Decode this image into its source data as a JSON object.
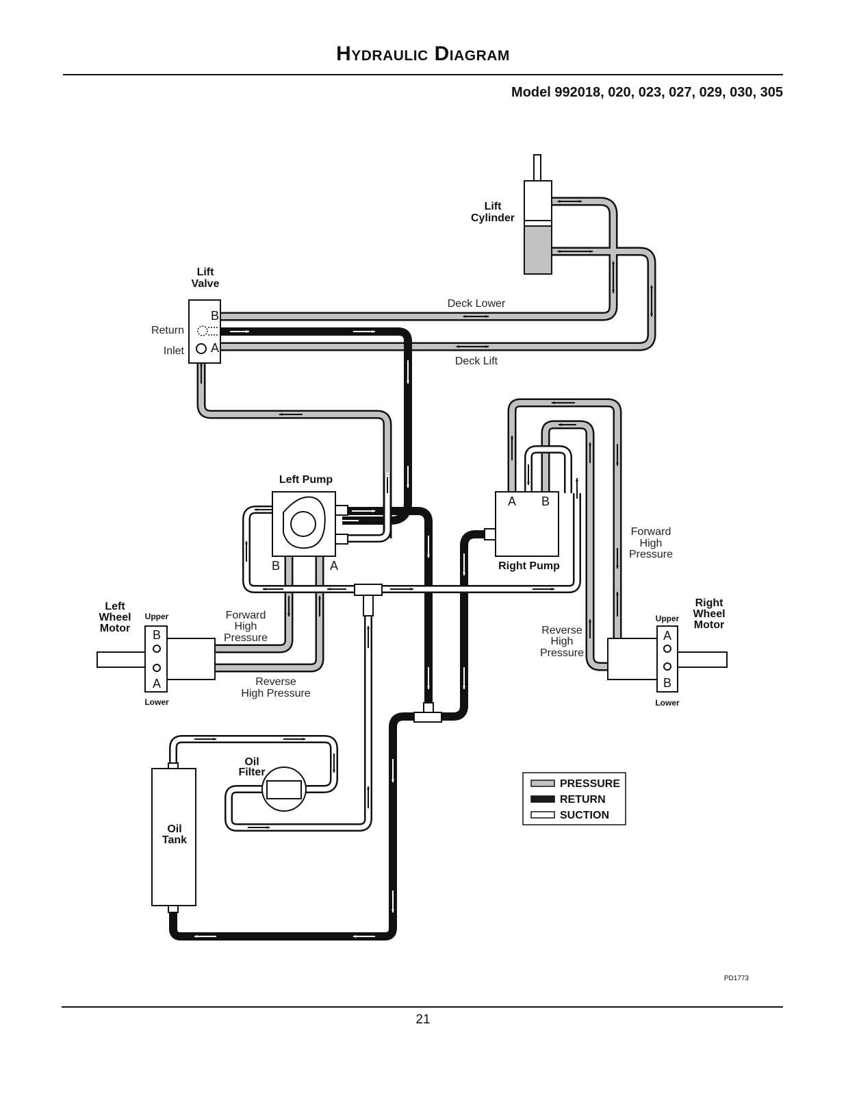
{
  "header": {
    "title": "Hydraulic Diagram",
    "model": "Model 992018, 020, 023, 027, 029, 030, 305"
  },
  "labels": {
    "lift_cylinder": [
      "Lift",
      "Cylinder"
    ],
    "lift_valve": [
      "Lift",
      "Valve"
    ],
    "return": "Return",
    "inlet": "Inlet",
    "deck_lower": "Deck Lower",
    "deck_lift": "Deck Lift",
    "left_pump": "Left Pump",
    "right_pump": "Right Pump",
    "left_wheel_motor": [
      "Left",
      "Wheel",
      "Motor"
    ],
    "right_wheel_motor": [
      "Right",
      "Wheel",
      "Motor"
    ],
    "upper": "Upper",
    "lower": "Lower",
    "forward_high_pressure_left": [
      "Forward",
      "High",
      "Pressure"
    ],
    "reverse_high_pressure_left": [
      "Reverse",
      "High Pressure"
    ],
    "forward_high_pressure_right": [
      "Forward",
      "High",
      "Pressure"
    ],
    "reverse_high_pressure_right": [
      "Reverse",
      "High",
      "Pressure"
    ],
    "oil_filter": [
      "Oil",
      "Filter"
    ],
    "oil_tank": [
      "Oil",
      "Tank"
    ],
    "ports": {
      "valve_b": "B",
      "valve_a": "A",
      "left_pump_b": "B",
      "left_pump_a": "A",
      "right_pump_a": "A",
      "right_pump_b": "B",
      "left_motor_b": "B",
      "left_motor_a": "A",
      "right_motor_a": "A",
      "right_motor_b": "B"
    },
    "drawing_code": "PD1773"
  },
  "legend": {
    "items": [
      {
        "label": "PRESSURE",
        "color": "#c2c2c2"
      },
      {
        "label": "RETURN",
        "color": "#1a1a1a"
      },
      {
        "label": "SUCTION",
        "color": "#ffffff"
      }
    ]
  },
  "footer": {
    "page_number": "21"
  }
}
